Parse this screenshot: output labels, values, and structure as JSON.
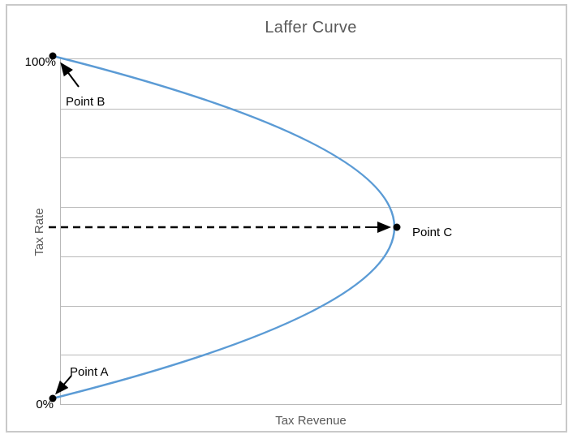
{
  "chart_data": {
    "type": "line",
    "title": "Laffer Curve",
    "xlabel": "Tax Revenue",
    "ylabel": "Tax Rate",
    "y_tick_labels": [
      "0%",
      "100%"
    ],
    "y_range_pct": [
      0,
      100
    ],
    "x_range_relative": [
      0,
      1
    ],
    "grid": "horizontal",
    "gridline_divisions": 7,
    "legend": "none",
    "colors": {
      "curve": "#5B9BD5",
      "grid": "#b9b9b9",
      "text": "#595959",
      "annotation": "#000000"
    },
    "series": [
      {
        "name": "Laffer curve",
        "formula": "revenue_relative = 4 * t * (1 - t), t = tax rate fraction",
        "tax_rate_pct": [
          0,
          5,
          10,
          15,
          20,
          25,
          30,
          35,
          40,
          45,
          50,
          55,
          60,
          65,
          70,
          75,
          80,
          85,
          90,
          95,
          100
        ],
        "revenue_relative": [
          0,
          0.19,
          0.36,
          0.51,
          0.64,
          0.75,
          0.84,
          0.91,
          0.96,
          0.99,
          1,
          0.99,
          0.96,
          0.91,
          0.84,
          0.75,
          0.64,
          0.51,
          0.36,
          0.19,
          0
        ]
      }
    ],
    "annotations": [
      {
        "label": "Point A",
        "tax_rate_pct": 0,
        "revenue_relative": 0,
        "marker": "dot",
        "callout": "arrow"
      },
      {
        "label": "Point B",
        "tax_rate_pct": 100,
        "revenue_relative": 0,
        "marker": "dot",
        "callout": "arrow"
      },
      {
        "label": "Point C",
        "tax_rate_pct": 50,
        "revenue_relative": 1,
        "marker": "dot",
        "callout": "dashed-guide-line-with-arrow"
      }
    ]
  }
}
